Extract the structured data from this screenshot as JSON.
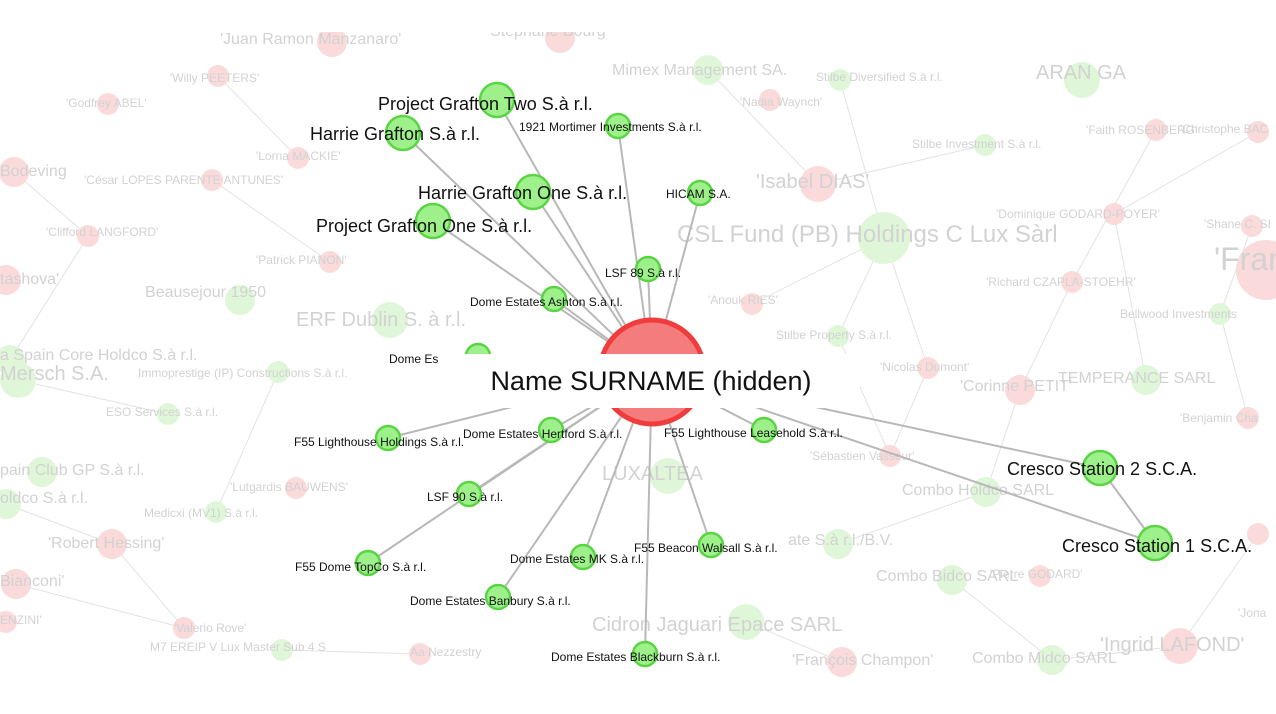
{
  "focus": {
    "caption": "Name SURNAME (hidden)",
    "fill": "#f47c7c",
    "stroke": "#f03c3c"
  },
  "colors": {
    "company_fill": "#9ef08a",
    "company_stroke": "#5ad445",
    "edge": "#b8b8b8",
    "bg_edge": "#e3e3e3",
    "bg_company": "#dff7d8",
    "bg_person": "#fadada",
    "label": "#111111",
    "bg_label": "#d2d2d2"
  },
  "linked_entities": [
    {
      "label": "Project Grafton Two S.à r.l.",
      "size": "large"
    },
    {
      "label": "Harrie Grafton S.à r.l.",
      "size": "large"
    },
    {
      "label": "1921 Mortimer Investments S.à r.l.",
      "size": "small"
    },
    {
      "label": "Harrie Grafton One S.à r.l.",
      "size": "large"
    },
    {
      "label": "HICAM S.A.",
      "size": "small"
    },
    {
      "label": "Project Grafton One S.à r.l.",
      "size": "large"
    },
    {
      "label": "LSF 89 S.à r.l.",
      "size": "small"
    },
    {
      "label": "Dome Estates Ashton S.à r.l.",
      "size": "small"
    },
    {
      "label": "Dome Es",
      "size": "small"
    },
    {
      "label": "Dome Estates Hertford S.à r.l.",
      "size": "small"
    },
    {
      "label": "F55 Lighthouse Leasehold S.à r.l.",
      "size": "small"
    },
    {
      "label": "F55 Lighthouse Holdings S.à r.l.",
      "size": "small"
    },
    {
      "label": "LSF 90 S.à r.l.",
      "size": "small"
    },
    {
      "label": "F55 Beacon Walsall S.à r.l.",
      "size": "small"
    },
    {
      "label": "Dome Estates MK S.à r.l.",
      "size": "small"
    },
    {
      "label": "F55 Dome TopCo S.à r.l.",
      "size": "small"
    },
    {
      "label": "Dome Estates Banbury S.à r.l.",
      "size": "small"
    },
    {
      "label": "Dome Estates Blackburn S.à r.l.",
      "size": "small"
    },
    {
      "label": "Cresco Station 2 S.C.A.",
      "size": "large"
    },
    {
      "label": "Cresco Station 1 S.C.A.",
      "size": "large"
    }
  ],
  "background_labels": [
    {
      "text": "'Juan Ramon Manzanaro'",
      "kind": "person",
      "size": "m"
    },
    {
      "text": "Stephane Bourg",
      "kind": "person",
      "size": "m"
    },
    {
      "text": "Mimex Management SA.",
      "kind": "company",
      "size": "m"
    },
    {
      "text": "Stilbe Diversified S.à r.l.",
      "kind": "company",
      "size": "s"
    },
    {
      "text": "ARAN GA",
      "kind": "company",
      "size": "l"
    },
    {
      "text": "'Willy PEETERS'",
      "kind": "person",
      "size": "s"
    },
    {
      "text": "'Godfrey ABEL'",
      "kind": "person",
      "size": "s"
    },
    {
      "text": "'Nadia Waynch'",
      "kind": "person",
      "size": "s"
    },
    {
      "text": "'Faith ROSENBERG'",
      "kind": "person",
      "size": "s"
    },
    {
      "text": "'Christophe BAC",
      "kind": "person",
      "size": "s"
    },
    {
      "text": "Stilbe Investment S.à r.l.",
      "kind": "company",
      "size": "s"
    },
    {
      "text": "'Lorna MACKIE'",
      "kind": "person",
      "size": "s"
    },
    {
      "text": "Bodeving",
      "kind": "person",
      "size": "m"
    },
    {
      "text": "'César LOPES PARENTE ANTUNES'",
      "kind": "person",
      "size": "s"
    },
    {
      "text": "'Isabel DIAS'",
      "kind": "person",
      "size": "l"
    },
    {
      "text": "'Dominique GODARD-POYER'",
      "kind": "person",
      "size": "s"
    },
    {
      "text": "'Clifford LANGFORD'",
      "kind": "person",
      "size": "s"
    },
    {
      "text": "CSL Fund (PB) Holdings C Lux Sàrl",
      "kind": "company",
      "size": "xl"
    },
    {
      "text": "'Shane C. SI",
      "kind": "person",
      "size": "s"
    },
    {
      "text": "'Patrick PIANON'",
      "kind": "person",
      "size": "s"
    },
    {
      "text": "'Fran",
      "kind": "person",
      "size": "xxl"
    },
    {
      "text": "tashova'",
      "kind": "person",
      "size": "m"
    },
    {
      "text": "Beausejour 1950",
      "kind": "company",
      "size": "m"
    },
    {
      "text": "'Anouk RIES'",
      "kind": "person",
      "size": "s"
    },
    {
      "text": "'Richard CZAPLA-STOEHR'",
      "kind": "person",
      "size": "s"
    },
    {
      "text": "ERF Dublin S. à r.l.",
      "kind": "company",
      "size": "l"
    },
    {
      "text": "Bellwood Investments",
      "kind": "company",
      "size": "s"
    },
    {
      "text": "Stilbe Property S.à r.l.",
      "kind": "company",
      "size": "s"
    },
    {
      "text": "a Spain Core Holdco S.à r.l.",
      "kind": "company",
      "size": "m"
    },
    {
      "text": "Mersch S.A.",
      "kind": "company",
      "size": "l"
    },
    {
      "text": "Immoprestige (IP) Constructions S.à r.l.",
      "kind": "company",
      "size": "s"
    },
    {
      "text": "'Nicolas Dumont'",
      "kind": "person",
      "size": "s"
    },
    {
      "text": "'Corinne PETIT'",
      "kind": "person",
      "size": "m"
    },
    {
      "text": "TEMPERANCE SARL",
      "kind": "company",
      "size": "m"
    },
    {
      "text": "'Benjamin Cha",
      "kind": "person",
      "size": "s"
    },
    {
      "text": "ESO Services S.à r.l.",
      "kind": "company",
      "size": "s"
    },
    {
      "text": "LUXALTEA",
      "kind": "company",
      "size": "l"
    },
    {
      "text": "'Sébastien Vasseur'",
      "kind": "person",
      "size": "s"
    },
    {
      "text": "pain Club GP S.à r.l.",
      "kind": "company",
      "size": "m"
    },
    {
      "text": "'Lutgardis BAUWENS'",
      "kind": "person",
      "size": "s"
    },
    {
      "text": "Combo Holdco SARL",
      "kind": "company",
      "size": "m"
    },
    {
      "text": "oldco S.à r.l.",
      "kind": "company",
      "size": "m"
    },
    {
      "text": "Medicxi (MV1) S.à r.l.",
      "kind": "company",
      "size": "s"
    },
    {
      "text": "'Robert Hessing'",
      "kind": "person",
      "size": "m"
    },
    {
      "text": "ate S.à r.l./B.V.",
      "kind": "company",
      "size": "m"
    },
    {
      "text": "Combo Bidco SARL",
      "kind": "company",
      "size": "m"
    },
    {
      "text": "'Pierre GODARD'",
      "kind": "person",
      "size": "s"
    },
    {
      "text": "Bianconi'",
      "kind": "person",
      "size": "m"
    },
    {
      "text": "ENZINI'",
      "kind": "person",
      "size": "s"
    },
    {
      "text": "'Valerio Rove'",
      "kind": "person",
      "size": "s"
    },
    {
      "text": "Cidron Jaguari Epace SARL",
      "kind": "company",
      "size": "l"
    },
    {
      "text": "'Jona",
      "kind": "person",
      "size": "s"
    },
    {
      "text": "M7 EREIP V Lux Master Sub 4 S",
      "kind": "company",
      "size": "s"
    },
    {
      "text": "'Ingrid LAFOND'",
      "kind": "person",
      "size": "l"
    },
    {
      "text": "'François Champon'",
      "kind": "person",
      "size": "m"
    },
    {
      "text": "Combo Midco SARL",
      "kind": "company",
      "size": "m"
    },
    {
      "text": "Aa Nezzestry",
      "kind": "person",
      "size": "s"
    }
  ]
}
